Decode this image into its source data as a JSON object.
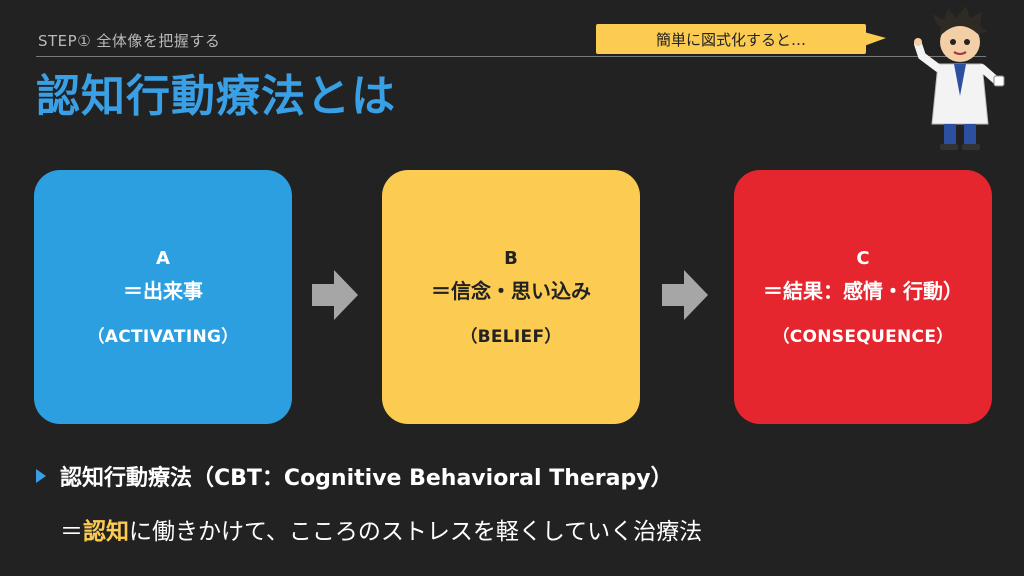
{
  "header": {
    "step_label": "STEP① 全体像を把握する",
    "title": "認知行動療法とは"
  },
  "callout": {
    "text": "簡単に図式化すると…"
  },
  "boxes": [
    {
      "letter": "A",
      "meaning": "＝出来事",
      "english": "（ACTIVATING）",
      "color": "#2c9fe0"
    },
    {
      "letter": "B",
      "meaning": "＝信念・思い込み",
      "english": "（BELIEF）",
      "color": "#fccb52"
    },
    {
      "letter": "C",
      "meaning": "＝結果：感情・行動）",
      "english": "（CONSEQUENCE）",
      "color": "#e5262e"
    }
  ],
  "bullet": {
    "text": "認知行動療法（CBT：Cognitive Behavioral Therapy）"
  },
  "description": {
    "prefix": "＝",
    "highlight": "認知",
    "rest": "に働きかけて、こころのストレスを軽くしていく治療法"
  },
  "colors": {
    "background": "#222222",
    "title_blue": "#3aa0e6",
    "accent_yellow": "#fccb52",
    "accent_red": "#e5262e",
    "arrow_gray": "#a6a6a6"
  },
  "icons": [
    "right-arrow-icon",
    "bullet-triangle-icon",
    "mascot-doctor-icon"
  ]
}
